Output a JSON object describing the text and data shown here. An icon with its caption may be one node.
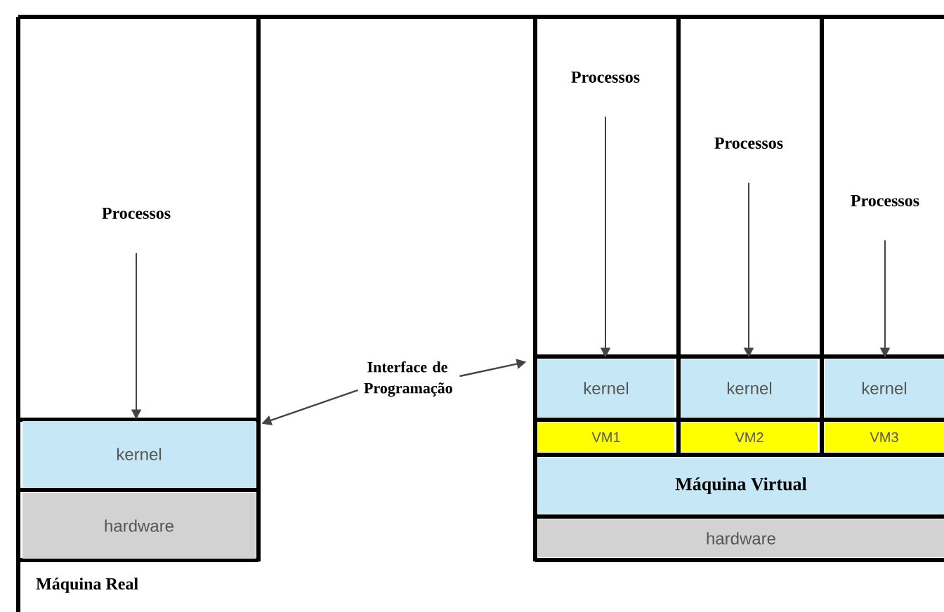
{
  "diagram": {
    "nodes": [
      {
        "text": [
          "Processos"
        ]
      },
      {
        "text": [
          "kernel"
        ]
      },
      {
        "text": [
          "hardware"
        ]
      },
      {
        "text": [
          "Interface de Programação"
        ]
      },
      {
        "text": [
          "Processos"
        ]
      },
      {
        "text": [
          "Processos"
        ]
      },
      {
        "text": [
          "Processos"
        ]
      },
      {
        "text": [
          "kernel"
        ]
      },
      {
        "text": [
          "kernel"
        ]
      },
      {
        "text": [
          "kernel"
        ]
      },
      {
        "text": [
          "VM1"
        ]
      },
      {
        "text": [
          "VM2"
        ]
      },
      {
        "text": [
          "VM3"
        ]
      },
      {
        "text": [
          "Máquina Virtual"
        ]
      },
      {
        "text": [
          "hardware"
        ]
      }
    ],
    "edges": [
      {
        "from": 0,
        "to": 1,
        "arrow": "to"
      },
      {
        "from": 4,
        "to": 7,
        "arrow": "to"
      },
      {
        "from": 5,
        "to": 8,
        "arrow": "to"
      },
      {
        "from": 6,
        "to": 9,
        "arrow": "to"
      },
      {
        "from": 3,
        "to": 1,
        "arrow": "to"
      },
      {
        "from": 3,
        "to": 7,
        "arrow": "to"
      }
    ],
    "labels": [
      "Máquina Real"
    ]
  }
}
